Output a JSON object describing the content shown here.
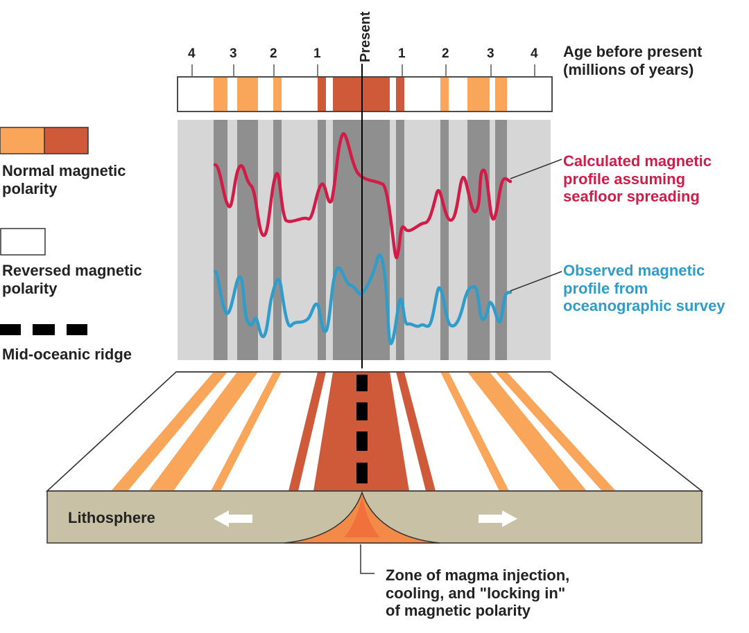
{
  "axis": {
    "ticks_left": [
      "4",
      "3",
      "2",
      "1"
    ],
    "present": "Present",
    "ticks_right": [
      "1",
      "2",
      "3",
      "4"
    ],
    "title_line1": "Age before present",
    "title_line2": "(millions of years)"
  },
  "legend": {
    "normal_line1": "Normal  magnetic",
    "normal_line2": "polarity",
    "reversed_line1": "Reversed  magnetic",
    "reversed_line2": "polarity",
    "ridge": "Mid-oceanic ridge"
  },
  "profiles": {
    "calculated_line1": "Calculated magnetic",
    "calculated_line2": "profile assuming",
    "calculated_line3": "seafloor spreading",
    "observed_line1": "Observed magnetic",
    "observed_line2": "profile from",
    "observed_line3": "oceanographic survey"
  },
  "block": {
    "lithosphere": "Lithosphere"
  },
  "magma": {
    "line1": "Zone of magma injection,",
    "line2": "cooling, and \"locking in\"",
    "line3": "of magnetic polarity"
  },
  "colors": {
    "normal_light": "#f9a55a",
    "normal_dark": "#cf5a3a",
    "reversed": "#ffffff",
    "profile_bg": "#d6d6d6",
    "profile_band": "#8f8f8f",
    "calculated_curve": "#d21c48",
    "observed_curve": "#2f9cc9",
    "lithosphere": "#c8c1a6"
  }
}
